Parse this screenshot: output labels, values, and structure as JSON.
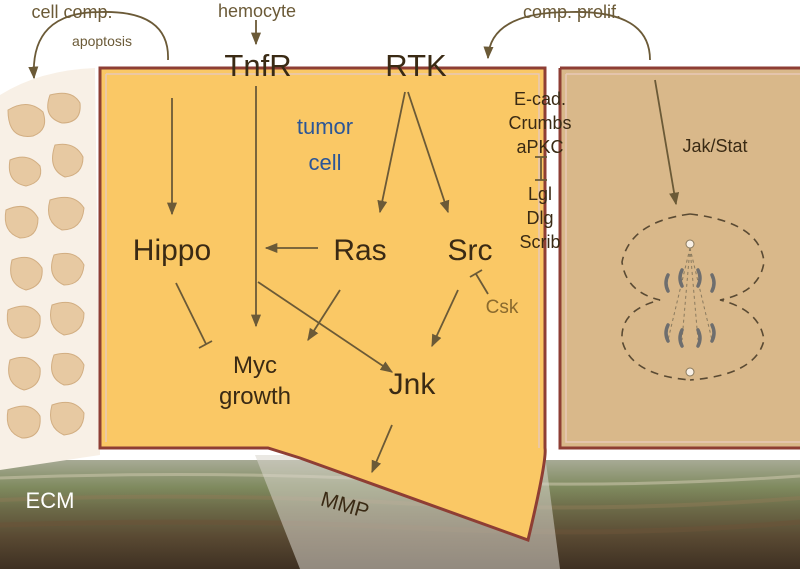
{
  "labels": {
    "cell_comp": "cell comp.",
    "apoptosis": "apoptosis",
    "hemocyte": "hemocyte",
    "comp_prolif": "comp. prolif.",
    "tnfr": "TnfR",
    "rtk": "RTK",
    "tumor": "tumor",
    "cell": "cell",
    "hippo": "Hippo",
    "ras": "Ras",
    "src": "Src",
    "csk": "Csk",
    "myc": "Myc",
    "growth": "growth",
    "jnk": "Jnk",
    "mmp": "MMP",
    "ecm": "ECM",
    "ecad": "E-cad.",
    "crumbs": "Crumbs",
    "apkc": "aPKC",
    "lgl": "Lgl",
    "dlg": "Dlg",
    "scrib": "Scrib",
    "jakstat": "Jak/Stat"
  },
  "colors": {
    "tumor_fill": "#FAC865",
    "neighbor_fill": "#D9B88A",
    "dead_cell_fill": "#E7C9A2",
    "dead_cell_bg": "#F8F0E6",
    "arrow": "#6B5A37",
    "text_dark": "#3A2A14",
    "text_blue": "#2B5697",
    "text_csk": "#8A6A2E",
    "membrane": "#8E3E34",
    "ecm_top": "#B8B8A8",
    "ecm_bottom": "#4A3A28"
  }
}
